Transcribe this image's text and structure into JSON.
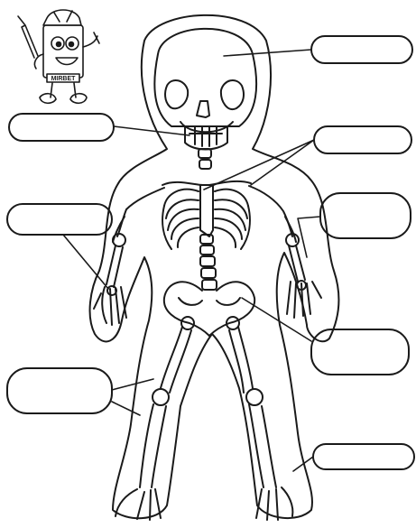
{
  "mascot": {
    "badge_text": "MIRBET",
    "icon": "pencil-mascot-icon"
  },
  "worksheet": {
    "empty_label_boxes": [
      {
        "id": "skull-label",
        "text": ""
      },
      {
        "id": "jaw-label",
        "text": ""
      },
      {
        "id": "ribs-label",
        "text": ""
      },
      {
        "id": "arm-label",
        "text": ""
      },
      {
        "id": "hand-label",
        "text": ""
      },
      {
        "id": "pelvis-label",
        "text": ""
      },
      {
        "id": "leg-label",
        "text": ""
      },
      {
        "id": "foot-label",
        "text": ""
      }
    ]
  },
  "colors": {
    "line": "#1a1a1a",
    "paper": "#ffffff"
  }
}
